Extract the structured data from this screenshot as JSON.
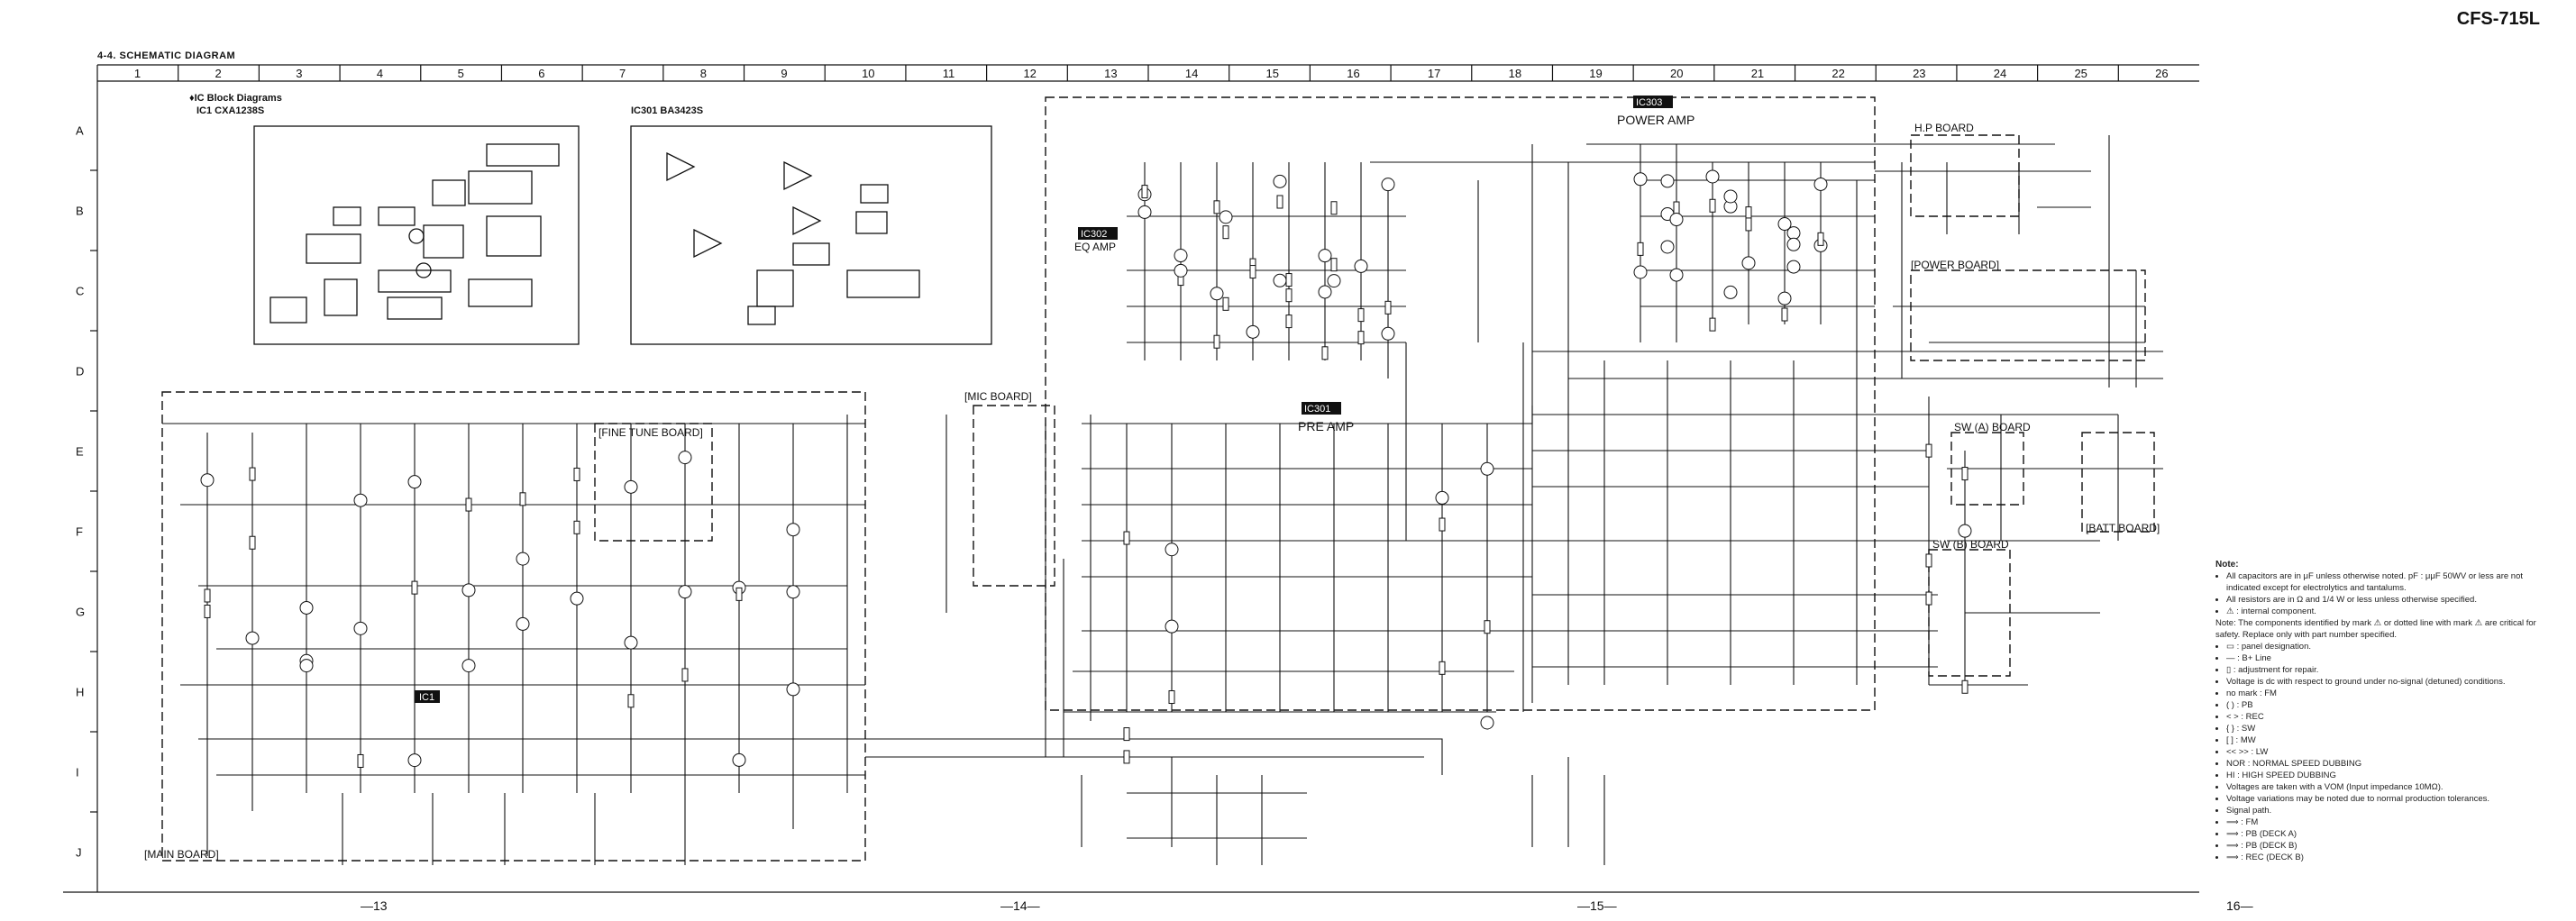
{
  "header": {
    "model": "CFS-715L",
    "section_title": "4-4.  SCHEMATIC DIAGRAM"
  },
  "grid": {
    "columns": [
      "1",
      "2",
      "3",
      "4",
      "5",
      "6",
      "7",
      "8",
      "9",
      "10",
      "11",
      "12",
      "13",
      "14",
      "15",
      "16",
      "17",
      "18",
      "19",
      "20",
      "21",
      "22",
      "23",
      "24",
      "25",
      "26"
    ],
    "rows": [
      "A",
      "B",
      "C",
      "D",
      "E",
      "F",
      "G",
      "H",
      "I",
      "J"
    ]
  },
  "ic_block": {
    "heading": "♦IC Block Diagrams",
    "ic1_label": "IC1  CXA1238S",
    "ic301_label": "IC301  BA3423S"
  },
  "ic_tags": {
    "ic302": "IC302",
    "ic302_sub": "EQ AMP",
    "ic303": "IC303",
    "ic303_sub": "POWER AMP",
    "ic301": "IC301",
    "ic301_sub": "PRE AMP",
    "ic1": "IC1"
  },
  "boards": {
    "main": "MAIN  BOARD",
    "mic": "MIC BOARD",
    "fine_tune": "FINE TUNE BOARD",
    "power": "POWER BOARD",
    "hp": "H.P BOARD",
    "sw_a": "SW (A) BOARD",
    "sw_b": "SW (B) BOARD",
    "batt": "BATT  BOARD"
  },
  "page_numbers": [
    "—13",
    "—14—",
    "—15—",
    "16—"
  ],
  "notes": {
    "title": "Note:",
    "items": [
      "All capacitors are in μF unless otherwise noted. pF : μμF 50WV or less are not indicated except for electrolytics and tantalums.",
      "All resistors are in Ω and 1/4 W or less unless otherwise specified.",
      "⚠ : internal component."
    ],
    "safety": "Note:  The components identified by mark ⚠ or dotted line with mark ⚠ are critical for safety. Replace only with part number specified.",
    "legend": [
      "▭ : panel designation.",
      "— : B+ Line",
      "▯ : adjustment for repair.",
      "Voltage is dc with respect to ground under no-signal (detuned) conditions.",
      "no mark : FM",
      "(    ) : PB",
      "<    > : REC",
      "{    } : SW",
      "[    ] : MW",
      "<<   >> : LW",
      "NOR  :  NORMAL SPEED DUBBING",
      "HI  :  HIGH SPEED DUBBING",
      "Voltages are taken with a VOM (Input impedance 10MΩ).",
      "Voltage variations may be noted due to normal production tolerances.",
      "Signal path.",
      "⟹ : FM",
      "⟹ : PB (DECK A)",
      "⟹ : PB (DECK B)",
      "⟹ : REC (DECK B)"
    ]
  }
}
